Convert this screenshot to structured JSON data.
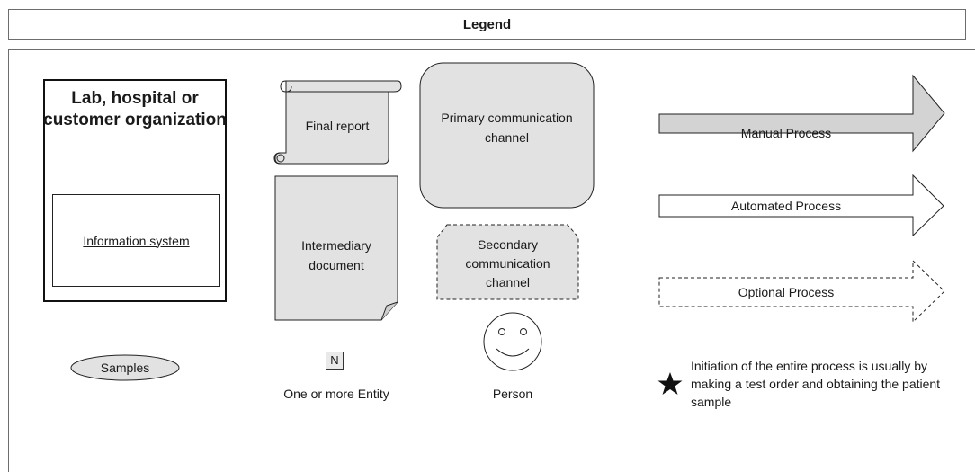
{
  "legend": {
    "title": "Legend",
    "organization": {
      "title": "Lab, hospital or customer organization",
      "information_system": "Information system"
    },
    "samples": "Samples",
    "final_report": "Final report",
    "intermediary_document": "Intermediary document",
    "entity": {
      "symbol": "N",
      "label": "One or more Entity"
    },
    "primary_channel": "Primary communication channel",
    "secondary_channel": "Secondary communication channel",
    "person": "Person",
    "manual_process": "Manual Process",
    "automated_process": "Automated Process",
    "optional_process": "Optional Process",
    "initiation_note": "Initiation of the entire process is usually by making a test order and obtaining the patient sample"
  },
  "colors": {
    "shape_fill": "#e2e2e2",
    "manual_arrow_fill": "#d3d3d3",
    "stroke": "#222222"
  }
}
